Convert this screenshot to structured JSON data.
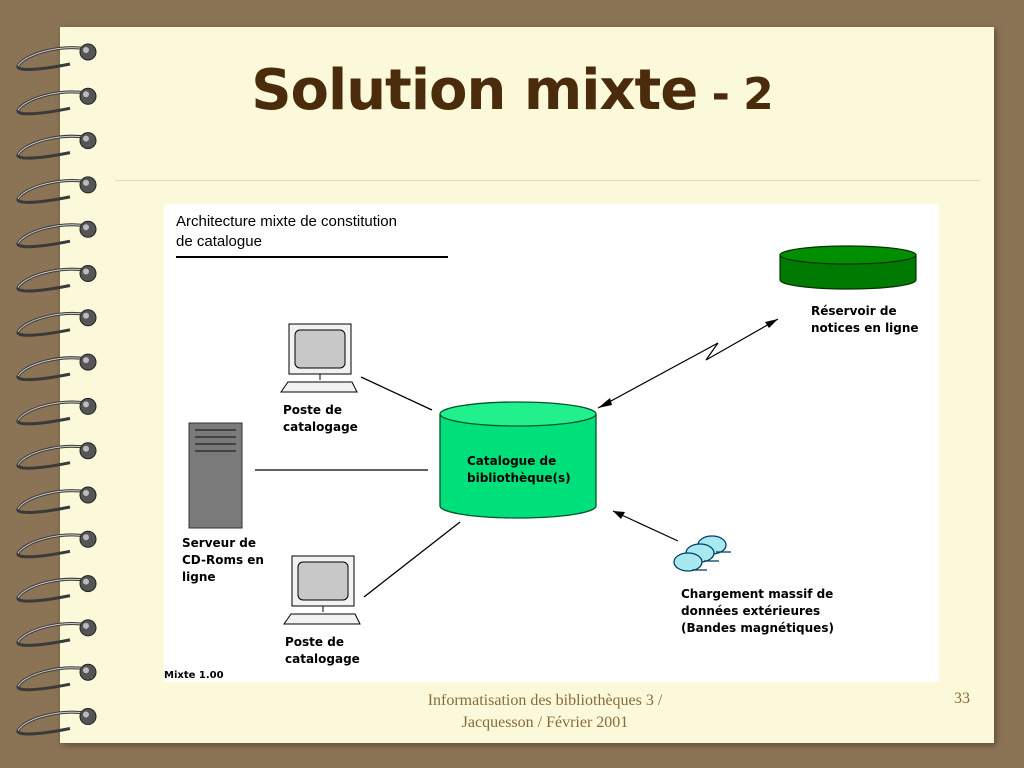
{
  "slide": {
    "title": "Solution mixte",
    "title_suffix": " - 2",
    "footer_line1": "Informatisation des bibliothèques 3 /",
    "footer_line2": "Jacquesson / Février 2001",
    "page_number": "33"
  },
  "diagram": {
    "title": "Architecture mixte de constitution\nde catalogue",
    "version": "Mixte 1.00",
    "labels": {
      "reservoir": "Réservoir de\nnotices en ligne",
      "catalogue": "Catalogue de\nbibliothèque(s)",
      "poste_top": "Poste de\ncatalogage",
      "poste_bottom": "Poste de\ncatalogage",
      "serveur": "Serveur de\nCD-Roms en\nligne",
      "chargement": "Chargement massif de\ndonnées extérieures\n(Bandes magnétiques)"
    },
    "colors": {
      "reservoir": "#007A00",
      "catalogue": "#00E07A",
      "tapes": "#A8E8F0",
      "slide_title": "#4A2C0C",
      "footer": "#8B6A3A"
    }
  }
}
